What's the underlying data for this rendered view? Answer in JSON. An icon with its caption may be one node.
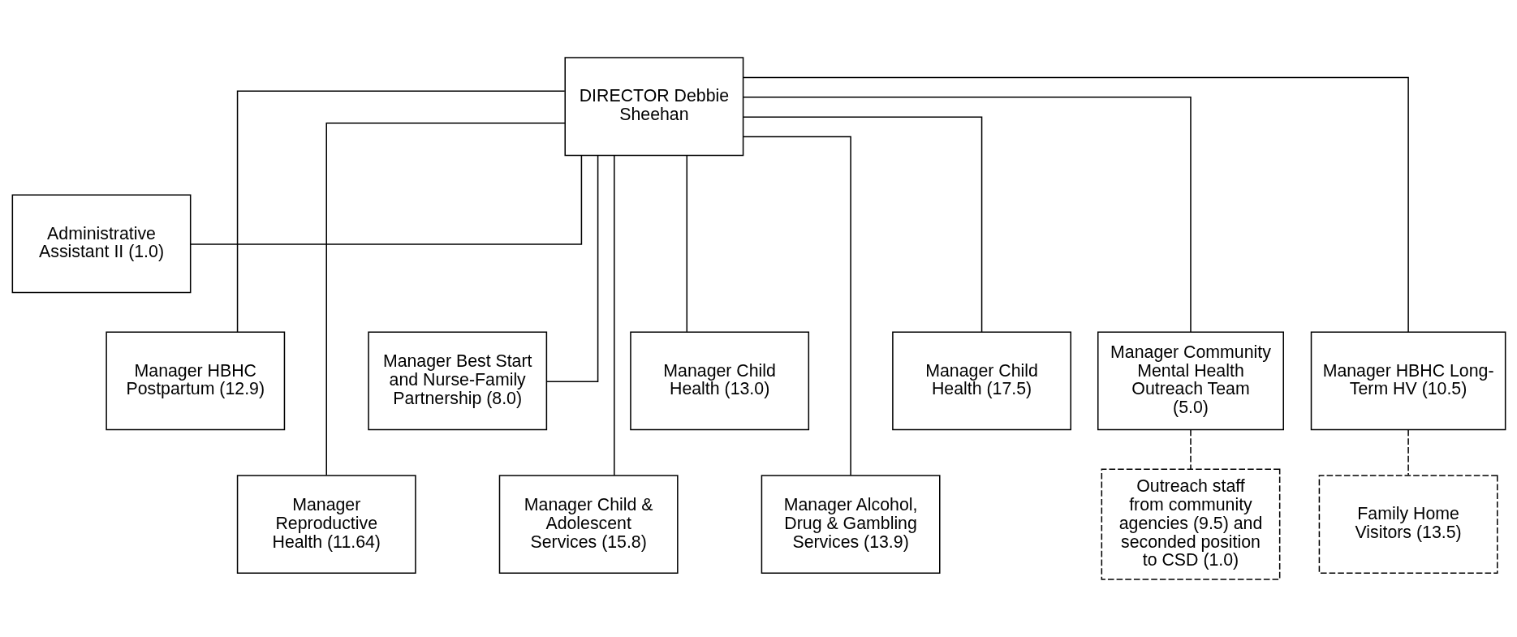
{
  "diagram": {
    "nodes": [
      {
        "text": [
          "DIRECTOR Debbie Sheehan"
        ]
      },
      {
        "text": [
          "Administrative Assistant II (1.0)"
        ]
      },
      {
        "text": [
          "Manager HBHC Postpartum (12.9)"
        ]
      },
      {
        "text": [
          "Manager Reproductive Health (11.64)"
        ]
      },
      {
        "text": [
          "Manager Best Start and Nurse-Family Partnership (8.0)"
        ]
      },
      {
        "text": [
          "Manager Child & Adolescent Services (15.8)"
        ]
      },
      {
        "text": [
          "Manager Child Health (13.0)"
        ]
      },
      {
        "text": [
          "Manager Alcohol, Drug & Gambling Services (13.9)"
        ]
      },
      {
        "text": [
          "Manager Child Health (17.5)"
        ]
      },
      {
        "text": [
          "Manager Community Mental Health Outreach Team (5.0)"
        ]
      },
      {
        "text": [
          "Outreach staff from community agencies (9.5) and seconded position to CSD (1.0)"
        ]
      },
      {
        "text": [
          "Manager HBHC Long-Term HV (10.5)"
        ]
      },
      {
        "text": [
          "Family Home Visitors (13.5)"
        ]
      }
    ],
    "edges": [
      {
        "from": 0,
        "to": 1,
        "arrow": "none"
      },
      {
        "from": 0,
        "to": 2,
        "arrow": "none"
      },
      {
        "from": 0,
        "to": 3,
        "arrow": "none"
      },
      {
        "from": 0,
        "to": 4,
        "arrow": "none"
      },
      {
        "from": 0,
        "to": 5,
        "arrow": "none"
      },
      {
        "from": 0,
        "to": 6,
        "arrow": "none"
      },
      {
        "from": 0,
        "to": 7,
        "arrow": "none"
      },
      {
        "from": 0,
        "to": 8,
        "arrow": "none"
      },
      {
        "from": 0,
        "to": 9,
        "arrow": "none"
      },
      {
        "from": 0,
        "to": 11,
        "arrow": "none"
      },
      {
        "from": 9,
        "to": 10,
        "arrow": "none",
        "style": "dashed"
      },
      {
        "from": 11,
        "to": 12,
        "arrow": "none",
        "style": "dashed"
      }
    ]
  }
}
